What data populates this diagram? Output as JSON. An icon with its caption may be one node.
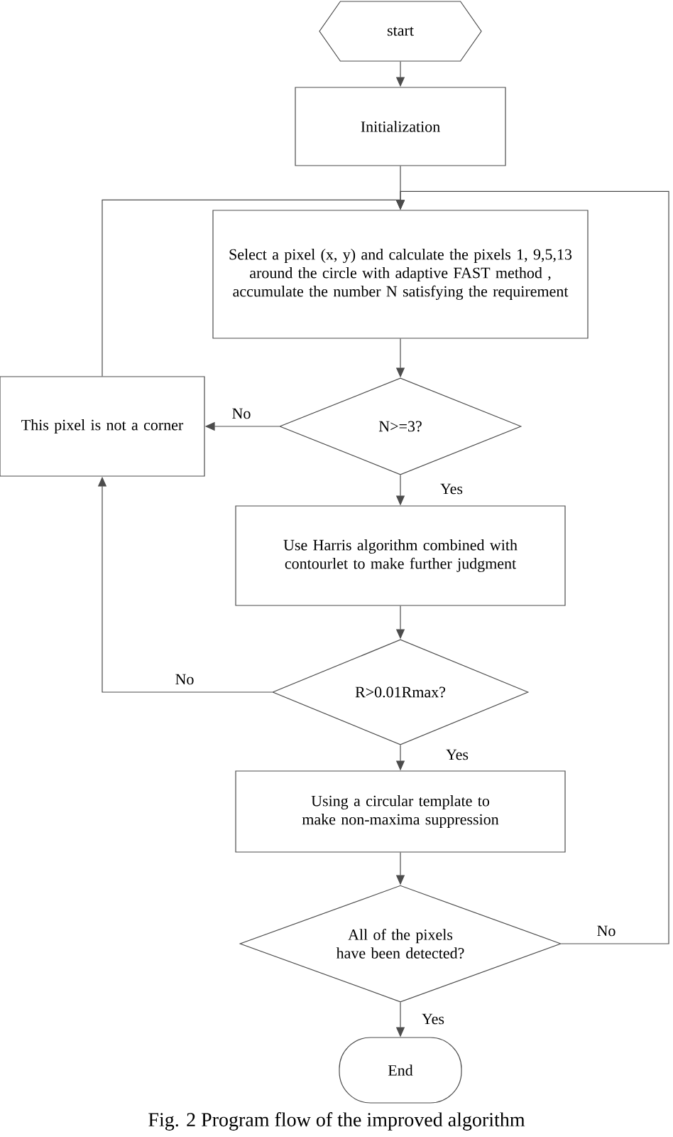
{
  "diagram": {
    "caption": "Fig. 2 Program flow of the improved algorithm",
    "nodes": [
      {
        "text": [
          "start"
        ]
      },
      {
        "text": [
          "Initialization"
        ]
      },
      {
        "text": [
          "Select a pixel (x, y) and calculate the pixels 1, 9,5,13 around the circle with adaptive FAST method , accumulate the number N satisfying the requirement"
        ]
      },
      {
        "text": [
          "This pixel is not a corner"
        ]
      },
      {
        "text": [
          "N>=3?"
        ]
      },
      {
        "text": [
          "Use Harris algorithm combined with contourlet to make further judgment"
        ]
      },
      {
        "text": [
          "R>0.01Rmax?"
        ]
      },
      {
        "text": [
          "Using a circular template to make non-maxima suppression"
        ]
      },
      {
        "text": [
          "All of the pixels have been detected?"
        ]
      },
      {
        "text": [
          "End"
        ]
      }
    ],
    "edges": [
      {
        "from": 0,
        "to": 1,
        "arrow": "to"
      },
      {
        "from": 1,
        "to": 2,
        "arrow": "to"
      },
      {
        "from": 2,
        "to": 4,
        "arrow": "to"
      },
      {
        "from": 4,
        "to": 3,
        "arrow": "to",
        "label": "No"
      },
      {
        "from": 4,
        "to": 5,
        "arrow": "to",
        "label": "Yes"
      },
      {
        "from": 5,
        "to": 6,
        "arrow": "to"
      },
      {
        "from": 6,
        "to": 3,
        "arrow": "to",
        "label": "No"
      },
      {
        "from": 6,
        "to": 7,
        "arrow": "to",
        "label": "Yes"
      },
      {
        "from": 7,
        "to": 8,
        "arrow": "to"
      },
      {
        "from": 8,
        "to": 9,
        "arrow": "to",
        "label": "Yes"
      },
      {
        "from": 8,
        "to": 2,
        "arrow": "to",
        "label": "No"
      },
      {
        "from": 3,
        "to": 2,
        "arrow": "to"
      }
    ]
  }
}
